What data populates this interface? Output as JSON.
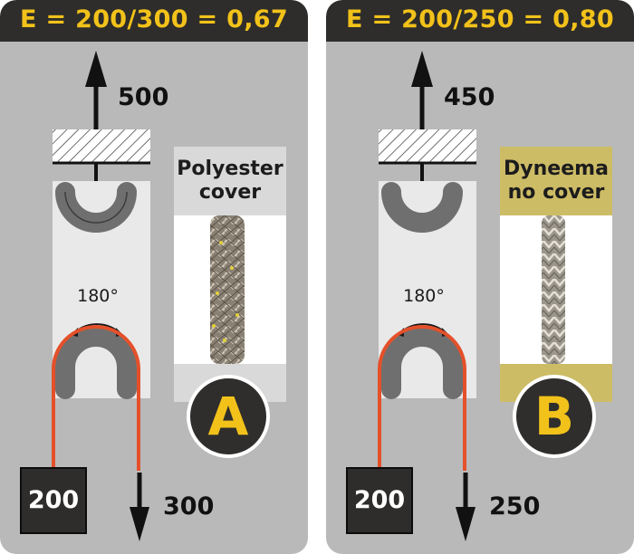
{
  "panels": [
    {
      "header": "E = 200/300 = 0,67",
      "top_force": "500",
      "bottom_force": "300",
      "load": "200",
      "angle": "180°",
      "material_line1": "Polyester",
      "material_line2": "cover",
      "badge": "A",
      "card_colors": {
        "title_bg": "#d9d9d9",
        "foot_bg": "#d9d9d9"
      }
    },
    {
      "header": "E = 200/250 = 0,80",
      "top_force": "450",
      "bottom_force": "250",
      "load": "200",
      "angle": "180°",
      "material_line1": "Dyneema",
      "material_line2": "no cover",
      "badge": "B",
      "card_colors": {
        "title_bg": "#cdbc66",
        "foot_bg": "#cdbc66"
      }
    }
  ],
  "colors": {
    "accent": "#f2c21a",
    "rope_red": "#e4502a",
    "sheave_gray": "#6f6f6f",
    "panel_bg": "#b9b9b9"
  }
}
